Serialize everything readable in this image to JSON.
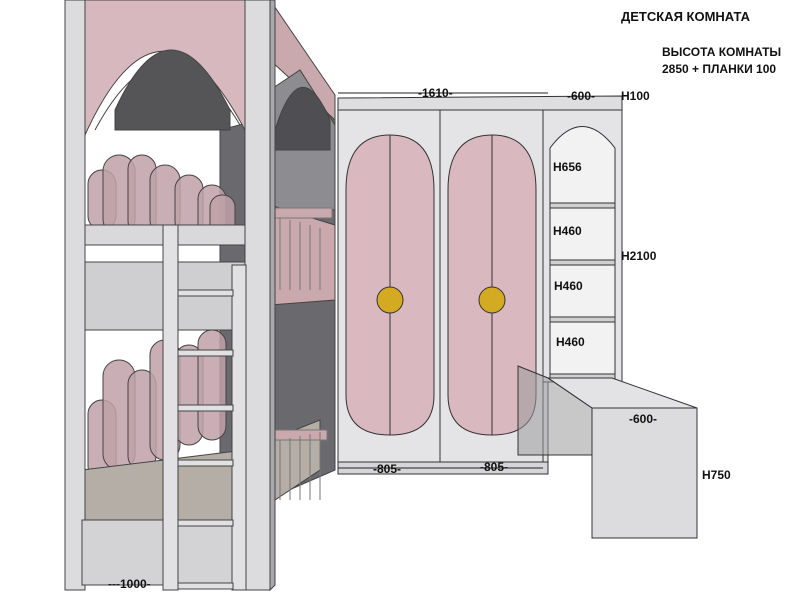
{
  "title": "ДЕТСКАЯ КОМНАТА",
  "room_height": {
    "line1": "ВЫСОТА КОМНАТЫ",
    "line2": "2850 + ПЛАНКИ 100"
  },
  "dimensions": {
    "wardrobe_width": "-1610-",
    "shelf_width": "-600-",
    "top_strip": "H100",
    "shelf_1": "H656",
    "shelf_2": "H460",
    "shelf_3": "H460",
    "shelf_4": "H460",
    "wardrobe_height": "H2100",
    "door_left_width": "-805-",
    "door_right_width": "-805-",
    "desk_depth": "-600-",
    "desk_height": "H750",
    "bed_width": "---1000-"
  },
  "colors": {
    "frame": "#d9d9dc",
    "frame_dark": "#a9a9ad",
    "pink": "#d9b9bf",
    "pink_dark": "#a98b92",
    "dark_panel": "#5f5f63",
    "handle": "#d4aa22",
    "outline": "#333333"
  }
}
